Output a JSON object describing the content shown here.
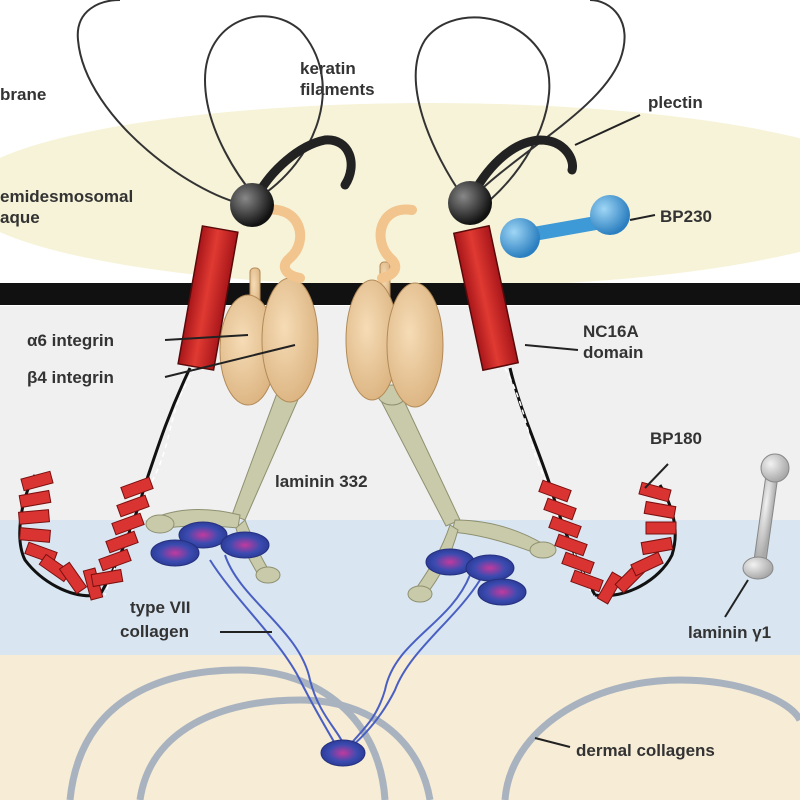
{
  "labels": {
    "membrane": "brane",
    "plaque_1": "emidesmosomal",
    "plaque_2": "aque",
    "keratin_1": "keratin",
    "keratin_2": "filaments",
    "plectin": "plectin",
    "bp230": "BP230",
    "a6_integrin": "α6 integrin",
    "b4_integrin": "β4 integrin",
    "nc16a_1": "NC16A",
    "nc16a_2": "domain",
    "laminin332": "laminin 332",
    "bp180": "BP180",
    "collagen7_1": "type VII",
    "collagen7_2": "collagen",
    "laminin_g1": "laminin γ1",
    "dermal": "dermal collagens"
  },
  "colors": {
    "plaque": "#f7f3d8",
    "lamina_lucida": "#eeeeee",
    "lamina_densa": "#d9e6f2",
    "dermis": "#f7ecd6",
    "membrane": "#111111",
    "integrin_red": "#d42a24",
    "bp180_red": "#d93431",
    "integrin_tan": "#e9c79b",
    "laminin": "#c9caa9",
    "collagen_blue": "#3c4fb0",
    "bp230_blue": "#3d9ad6",
    "plectin_dark": "#222222"
  }
}
